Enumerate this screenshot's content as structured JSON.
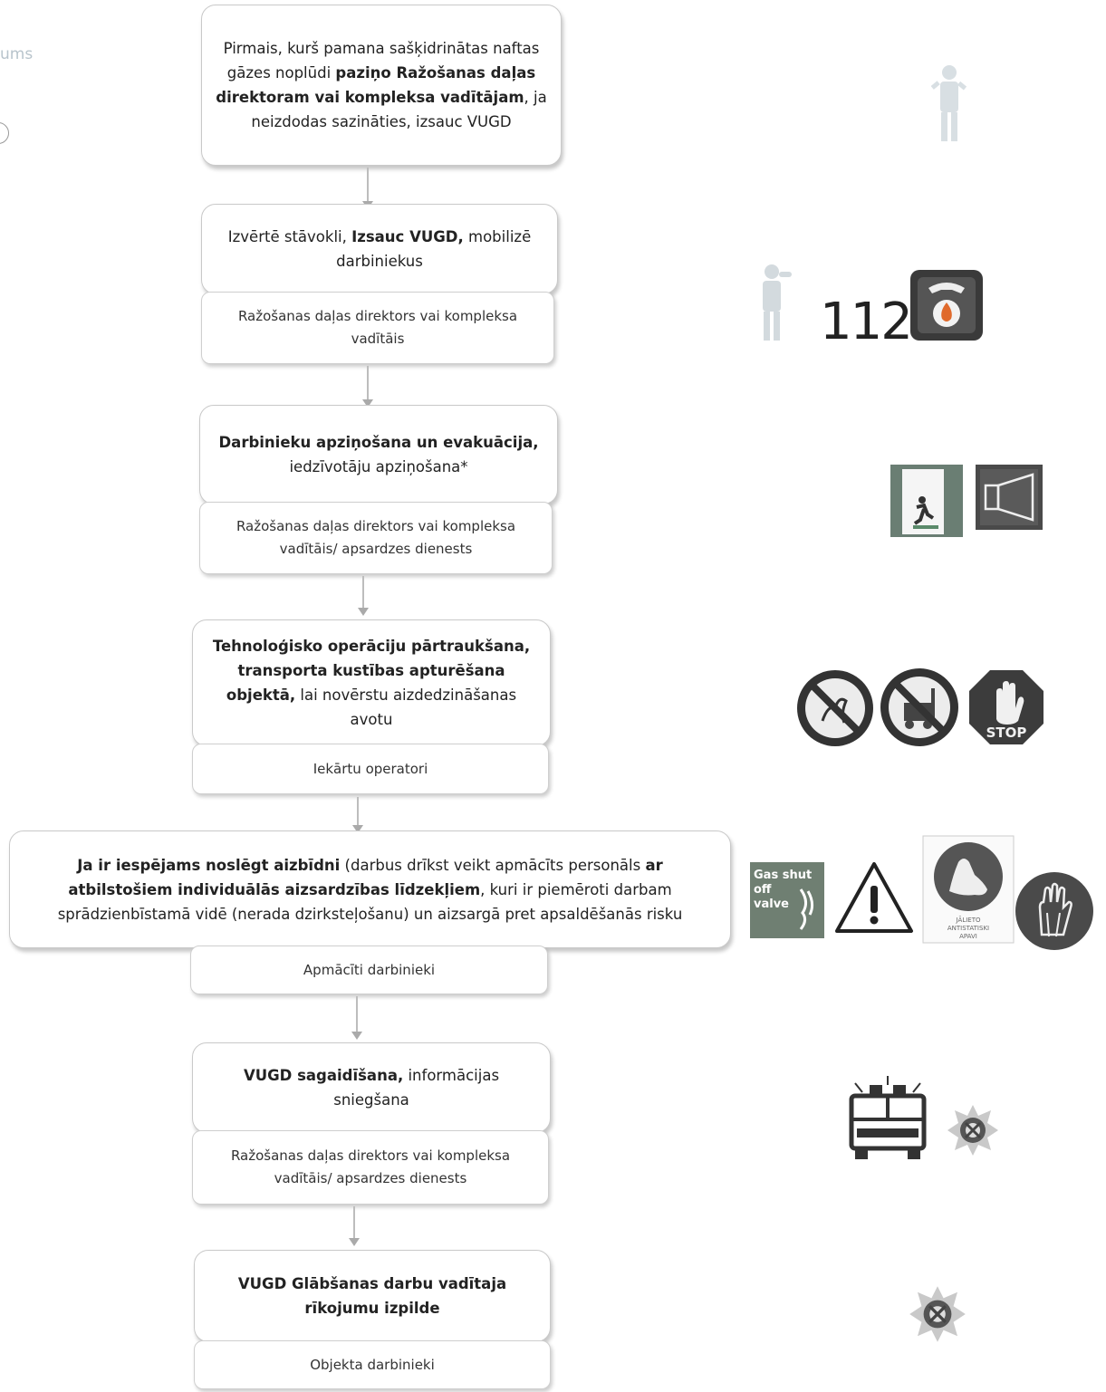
{
  "fragment": {
    "left_text": "ums"
  },
  "steps": [
    {
      "main": [
        {
          "t": "Pirmais, kurš pamana sašķidrinātas naftas gāzes noplūdi ",
          "b": false
        },
        {
          "t": "paziņo Ražošanas daļas direktoram vai kompleksa vadītājam",
          "b": true
        },
        {
          "t": ", ja neizdodas sazināties, izsauc VUGD",
          "b": false
        }
      ],
      "role": ""
    },
    {
      "main": [
        {
          "t": "Izvērtē stāvokli, ",
          "b": false
        },
        {
          "t": "Izsauc VUGD,",
          "b": true
        },
        {
          "t": " mobilizē darbiniekus",
          "b": false
        }
      ],
      "role": "Ražošanas daļas direktors vai kompleksa vadītāis"
    },
    {
      "main": [
        {
          "t": "Darbinieku apziņošana un evakuācija,",
          "b": true
        },
        {
          "t": " iedzīvotāju apziņošana*",
          "b": false
        }
      ],
      "role": "Ražošanas daļas direktors vai kompleksa vadītāis/ apsardzes dienests"
    },
    {
      "main": [
        {
          "t": "Tehnoloģisko operāciju pārtraukšana, transporta kustības apturēšana objektā,",
          "b": true
        },
        {
          "t": " lai novērstu aizdedzināšanas avotu",
          "b": false
        }
      ],
      "role": "Iekārtu operatori"
    },
    {
      "main": [
        {
          "t": "Ja ir iespējams noslēgt aizbīdni",
          "b": true
        },
        {
          "t": " (darbus drīkst veikt apmācīts personāls ",
          "b": false
        },
        {
          "t": "ar atbilstošiem individuālās aizsardzības līdzekļiem",
          "b": true
        },
        {
          "t": ", kuri ir piemēroti darbam sprādzienbīstamā vidē (nerada dzirksteļošanu) un aizsargā pret apsaldēšanās risku",
          "b": false
        }
      ],
      "role": "Apmācīti darbinieki"
    },
    {
      "main": [
        {
          "t": "VUGD sagaidīšana,",
          "b": true
        },
        {
          "t": " informācijas sniegšana",
          "b": false
        }
      ],
      "role": "Ražošanas daļas direktors vai kompleksa vadītāis/ apsardzes dienests"
    },
    {
      "main": [
        {
          "t": "VUGD Glābšanas darbu vadītaja rīkojumu izpilde",
          "b": true
        }
      ],
      "role": "Objekta darbinieki"
    }
  ],
  "icons": {
    "emergency_number": "112",
    "gas_valve_sign": [
      "Gas shut",
      "off",
      "valve"
    ],
    "stop_sign": "STOP",
    "antistatic_sign": [
      "JĀLIETO",
      "ANTISTATISKI",
      "APAVI"
    ]
  },
  "colors": {
    "sign_dark": "#2d2d2d",
    "sign_fire": "#e06a2c",
    "exit_green": "#5a8a6a"
  }
}
